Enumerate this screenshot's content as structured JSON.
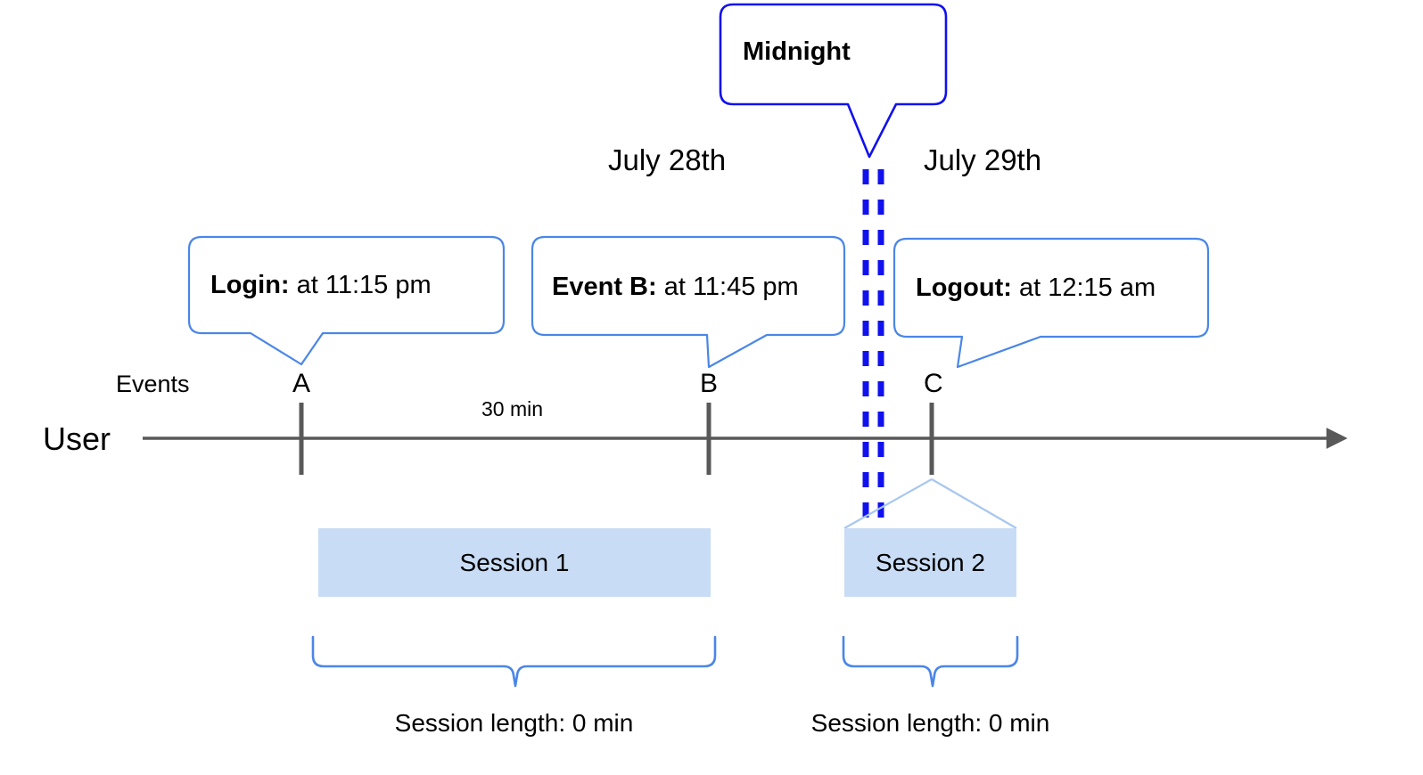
{
  "diagram": {
    "title": "User session timeline across midnight",
    "colors": {
      "callout_border": "#4a86e8",
      "midnight_border": "#1111ee",
      "midnight_dash": "#1111ee",
      "axis": "#595959",
      "tick": "#595959",
      "session_fill": "#c9dcf5",
      "session_fan": "#a8c7f0",
      "brace": "#4a86e8",
      "text": "#000000",
      "background": "#ffffff"
    },
    "row_labels": {
      "user": "User",
      "events": "Events"
    },
    "dates": [
      {
        "label": "July 28th"
      },
      {
        "label": "July 29th"
      }
    ],
    "midnight_callout": {
      "label": "Midnight"
    },
    "events": [
      {
        "letter": "A",
        "callout_label": "Login:",
        "callout_value": "at 11:15 pm"
      },
      {
        "letter": "B",
        "callout_label": "Event B:",
        "callout_value": "at 11:45 pm"
      },
      {
        "letter": "C",
        "callout_label": "Logout:",
        "callout_value": "at 12:15 am"
      }
    ],
    "gap_annotation": {
      "label": "30 min"
    },
    "sessions": [
      {
        "box_label": "Session 1",
        "length_caption": "Session length: 0 min"
      },
      {
        "box_label": "Session 2",
        "length_caption": "Session length: 0 min"
      }
    ]
  }
}
